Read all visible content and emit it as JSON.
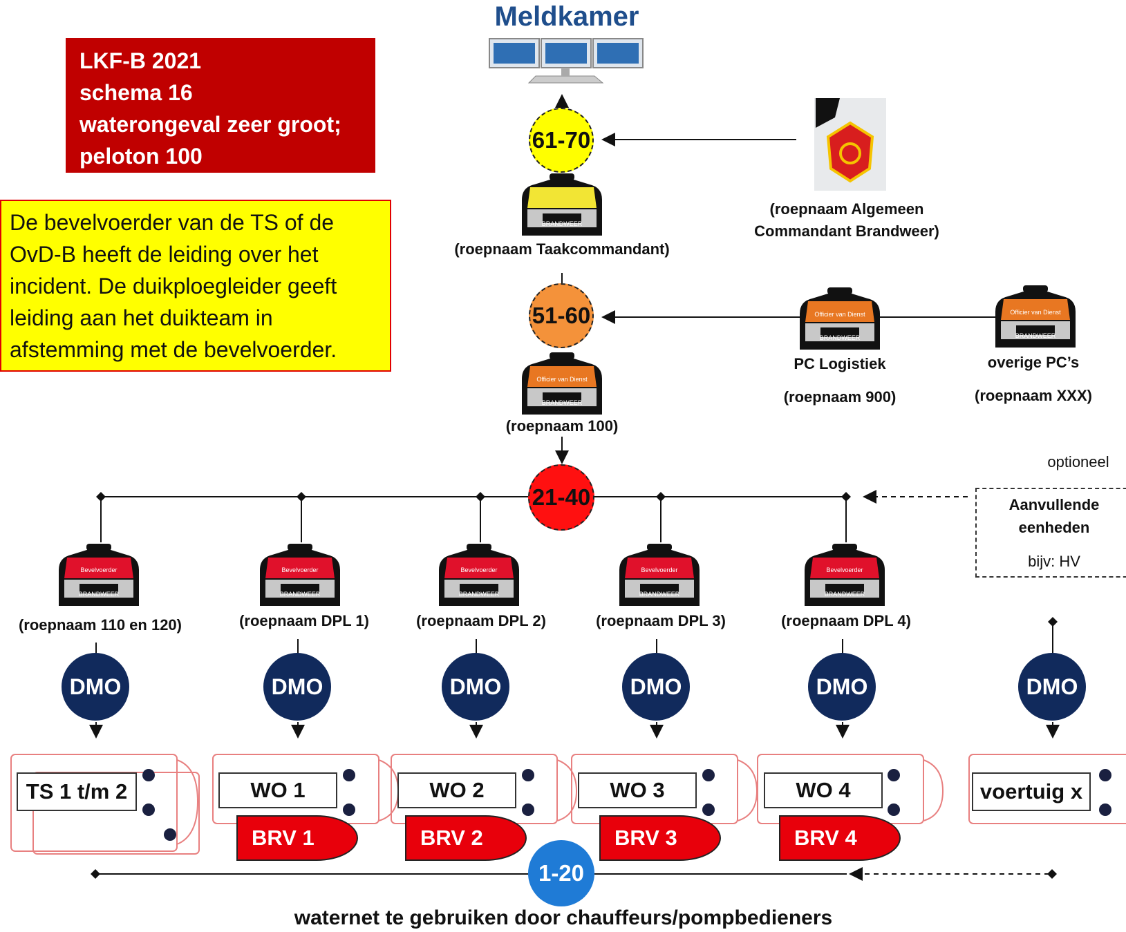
{
  "header": {
    "title": "Meldkamer"
  },
  "scheme": {
    "line1": "LKF-B 2021",
    "line2": "schema 16",
    "line3": "waterongeval zeer groot;",
    "line4": "peloton 100"
  },
  "note": {
    "line1": "De bevelvoerder van de TS of de",
    "line2": "OvD-B heeft de leiding over het",
    "line3": "incident. De duikploegleider geeft",
    "line4": "leiding aan het duikteam in",
    "line5": "afstemming met de bevelvoerder."
  },
  "nets": {
    "n6170": "61-70",
    "n5160": "51-60",
    "n2140": "21-40",
    "n120": "1-20"
  },
  "colors": {
    "net6170": "#ffff00",
    "net5160": "#f4923a",
    "net2140": "#ff1010",
    "net120": "#1f7bd6",
    "dmo": "#112a5c",
    "brv": "#e8000b"
  },
  "roles": {
    "taak": "(roepnaam Taakcommandant)",
    "ac1": "(roepnaam Algemeen",
    "ac2": "Commandant Brandweer)",
    "r100": "(roepnaam 100)",
    "pc_log": "PC Logistiek",
    "pc_log_call": "(roepnaam 900)",
    "pc_other": "overige PC’s",
    "pc_other_call": "(roepnaam XXX)",
    "vest_yellow": "BRANDWEER",
    "vest_ovd": "Officier van Dienst",
    "vest_bv": "Bevelvoerder",
    "vest_brand": "BRANDWEER"
  },
  "optional": {
    "label": "optioneel",
    "box1": "Aanvullende",
    "box2": "eenheden",
    "box3": "bijv: HV"
  },
  "units": [
    {
      "call": "(roepnaam 110 en 120)",
      "dmo": "DMO",
      "vehicle": "TS 1 t/m 2",
      "brv": ""
    },
    {
      "call": "(roepnaam DPL 1)",
      "dmo": "DMO",
      "vehicle": "WO 1",
      "brv": "BRV 1"
    },
    {
      "call": "(roepnaam DPL 2)",
      "dmo": "DMO",
      "vehicle": "WO 2",
      "brv": "BRV 2"
    },
    {
      "call": "(roepnaam DPL 3)",
      "dmo": "DMO",
      "vehicle": "WO 3",
      "brv": "BRV 3"
    },
    {
      "call": "(roepnaam DPL 4)",
      "dmo": "DMO",
      "vehicle": "WO 4",
      "brv": "BRV 4"
    },
    {
      "call": "",
      "dmo": "DMO",
      "vehicle": "voertuig x",
      "brv": ""
    }
  ],
  "footer": "waternet te gebruiken door chauffeurs/pompbedieners"
}
